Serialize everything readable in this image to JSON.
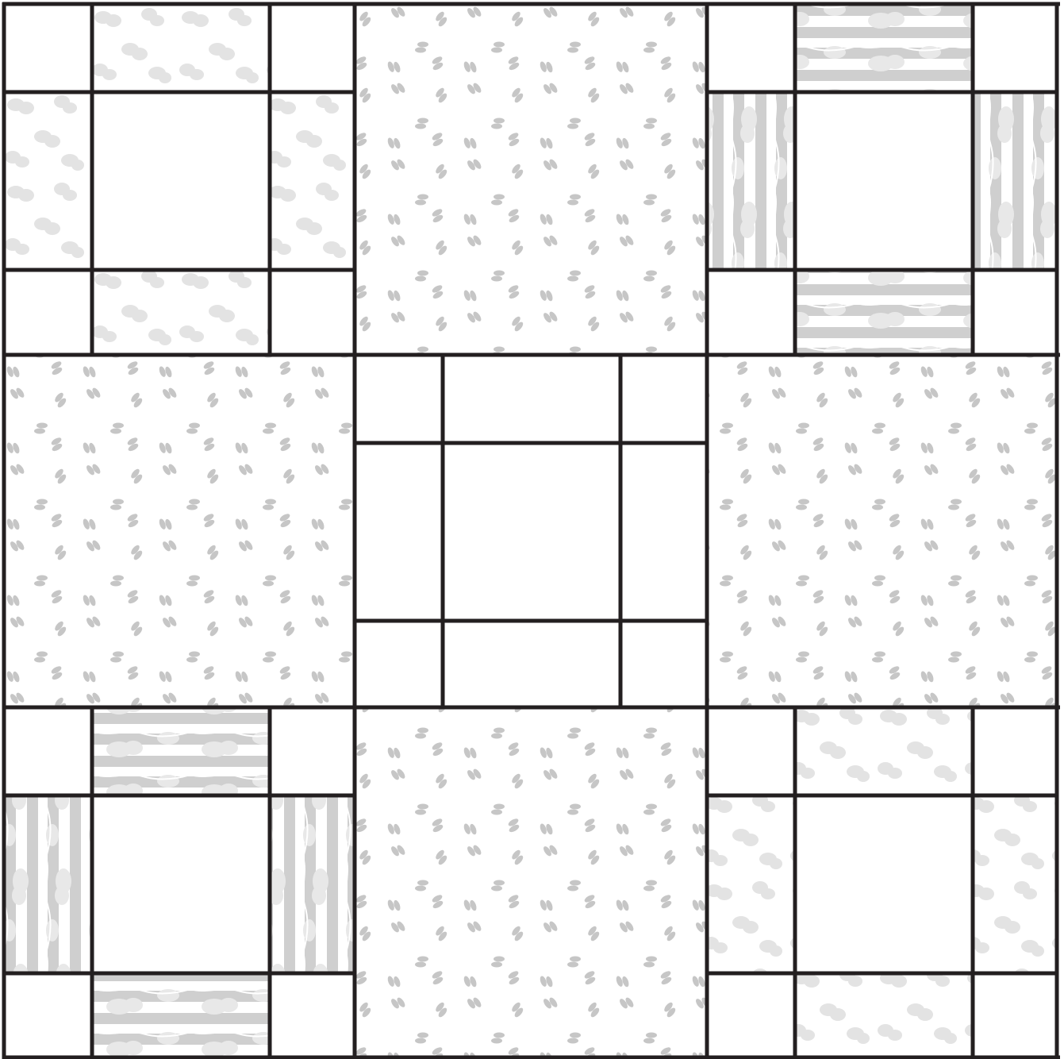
{
  "quilt": {
    "grid": [
      3,
      3
    ],
    "colors": {
      "seam": "#231f20",
      "background": "#ffffff",
      "acorn_motif": "#e3e3e3",
      "stripe_band": "#cfcfcf",
      "leaf_motif": "#c6c6c6"
    },
    "fabrics": [
      "plain-white",
      "acorn-print",
      "striped-acorn-print",
      "leaf-print"
    ],
    "blocks": [
      {
        "kind": "frame",
        "fabric": "acorn-print"
      },
      {
        "kind": "solid",
        "fabric": "leaf-print"
      },
      {
        "kind": "frame",
        "fabric": "striped-acorn-print"
      },
      {
        "kind": "solid",
        "fabric": "leaf-print"
      },
      {
        "kind": "frame",
        "fabric": "plain-white"
      },
      {
        "kind": "solid",
        "fabric": "leaf-print"
      },
      {
        "kind": "frame",
        "fabric": "striped-acorn-print"
      },
      {
        "kind": "solid",
        "fabric": "leaf-print"
      },
      {
        "kind": "frame",
        "fabric": "acorn-print"
      }
    ]
  }
}
